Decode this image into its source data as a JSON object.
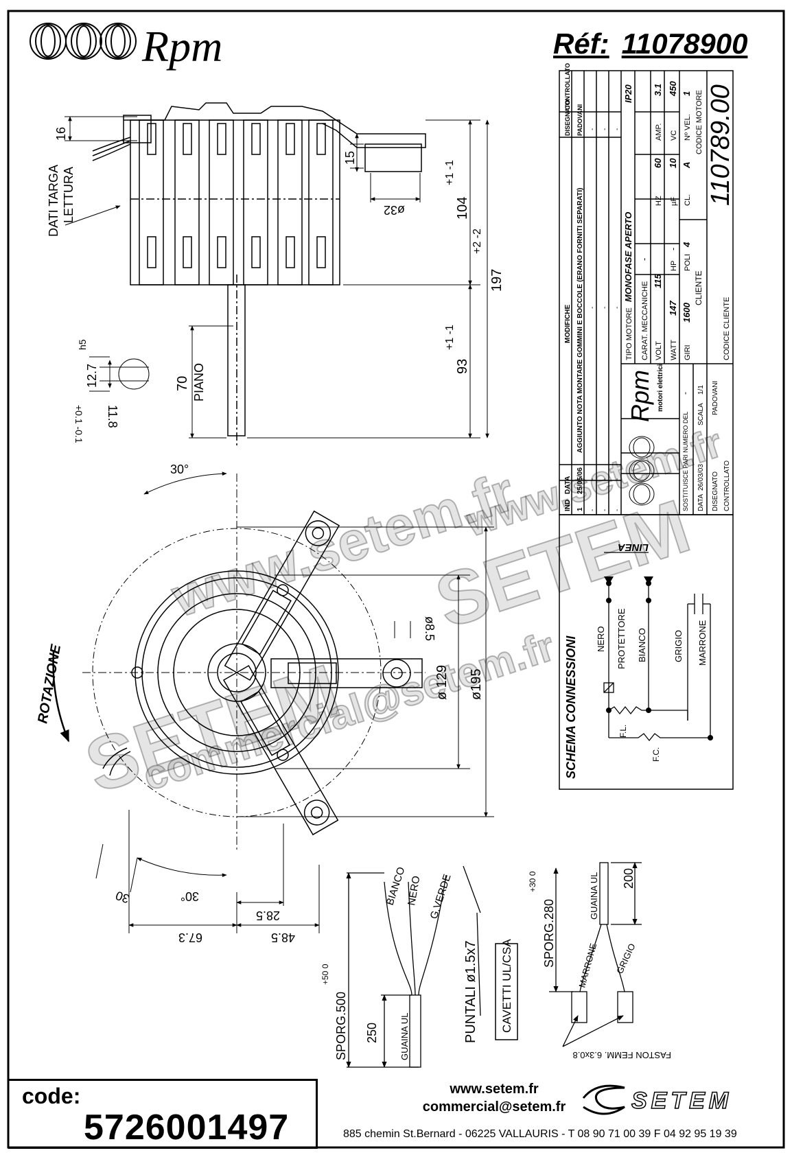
{
  "header": {
    "brand": "Rpm",
    "ref_label": "Réf:",
    "ref_value": "11078900"
  },
  "footer": {
    "code_label": "code:",
    "code_value": "5726001497",
    "website": "www.setem.fr",
    "email": "commercial@setem.fr",
    "address": "885 chemin St.Bernard  -  06225 VALLAURIS  -  T 08 90 71 00 39   F 04 92 95 19 39",
    "logo_text": "SETEM"
  },
  "watermark": {
    "line1": "www.setem.fr",
    "line2": "SETEM",
    "line3": "commercial@setem.fr",
    "line4": "SETEM",
    "line5": "www.setem.fr"
  },
  "title_block": {
    "rev_rows": [
      {
        "n": "1",
        "date": "25/05/06",
        "text": "AGGIUNTO NOTA MONTARE GOMMINI E BOCCOLE (ERANO FORNITI SEPARATI)",
        "drawn": "PADOVANI",
        "checked": ""
      },
      {
        "n": "-",
        "date": "-",
        "text": "-",
        "drawn": "-",
        "checked": ""
      },
      {
        "n": "-",
        "date": "-",
        "text": "-",
        "drawn": "-",
        "checked": ""
      },
      {
        "n": "-",
        "date": "-",
        "text": "-",
        "drawn": "-",
        "checked": ""
      }
    ],
    "rev_head": {
      "n": "IND",
      "date": "DATA",
      "text": "MODIFICHE",
      "drawn": "DISEGNATO",
      "checked": "CONTROLLATO"
    },
    "tipo_motore_label": "TIPO MOTORE",
    "tipo_motore": "MONOFASE APERTO",
    "protection": "IP20",
    "carat_label": "CARAT. MECCANICHE",
    "carat_value": "-",
    "volt_label": "VOLT",
    "volt": "115",
    "hz_label": "HZ",
    "hz": "60",
    "amp_label": "AMP.",
    "amp": "3.1",
    "watt_label": "WATT",
    "watt": "147",
    "hp_label": "HP",
    "hp": "-",
    "uf_label": "µF",
    "uf": "10",
    "vc_label": "VC",
    "vc": "450",
    "giri_label": "GIRI",
    "giri": "1600",
    "poli_label": "POLI",
    "poli": "4",
    "cl_label": "CL.",
    "cl": "A",
    "nvel_label": "Nº VEL.",
    "nvel": "1",
    "cliente_label": "CLIENTE",
    "codice_cliente_label": "CODICE CLIENTE",
    "codice_motore_label": "CODICE MOTORE",
    "codice_motore": "110789.00",
    "brand": "Rpm",
    "brand_sub": "motori elettrici",
    "sostituisce_label": "SOSTITUISCE PARI NUMERO DEL",
    "sostituisce_value": "-",
    "data_label": "DATA",
    "data": "26/03/03",
    "scala_label": "SCALA",
    "scala": "1/1",
    "disegnato_label": "DISEGNATO",
    "disegnato": "PADOVANI",
    "controllato_label": "CONTROLLATO"
  },
  "schema": {
    "title": "SCHEMA CONNESSIONI",
    "linea": "LINEA",
    "nero": "NERO",
    "protettore": "PROTETTORE",
    "bianco": "BIANCO",
    "grigio": "GRIGIO",
    "marrone": "MARRONE",
    "fl": "F.L.",
    "fc": "F.C."
  },
  "side_view": {
    "dim_16": "16",
    "dim_15": "15",
    "dim_32": "ø32",
    "dim_104": "104",
    "tol_104": "+1 -1",
    "dim_197": "197",
    "tol_197": "+2 -2",
    "dim_93": "93",
    "tol_93": "+1 -1",
    "dim_70": "70",
    "piano": "PIANO",
    "dati_targa": "DATI TARGA",
    "lettura": "LETTURA",
    "shaft_d": "12.7",
    "shaft_fit": "h5",
    "shaft_flat": "11.8",
    "shaft_flat_tol": "+0.1 -0.1"
  },
  "front_view": {
    "angle_top": "30°",
    "angle_bottom": "30°",
    "dim_30": "30",
    "rotazione": "ROTAZIONE",
    "dim_8_5": "ø8.5",
    "dim_129": "ø 129",
    "dim_195": "ø195",
    "dim_28_5": "28.5",
    "dim_67_3": "67.3",
    "dim_48_5": "48.5"
  },
  "leads_1": {
    "bianco": "BIANCO",
    "nero": "NERO",
    "gverde": "G.VERDE",
    "sporg": "SPORG.500",
    "sporg_tol": "+50 0",
    "dim_250": "250",
    "guaina": "GUAINA UL",
    "puntali": "PUNTALI ø1.5x7",
    "cavetti": "CAVETTI UL/CSA"
  },
  "leads_2": {
    "guaina": "GUAINA UL",
    "dim_200": "200",
    "sporg": "SPORG.280",
    "sporg_tol": "+30 0",
    "marrone": "MARRONE",
    "grigio": "GRIGIO",
    "faston": "FASTON FEMM. 6.3x0.8"
  }
}
